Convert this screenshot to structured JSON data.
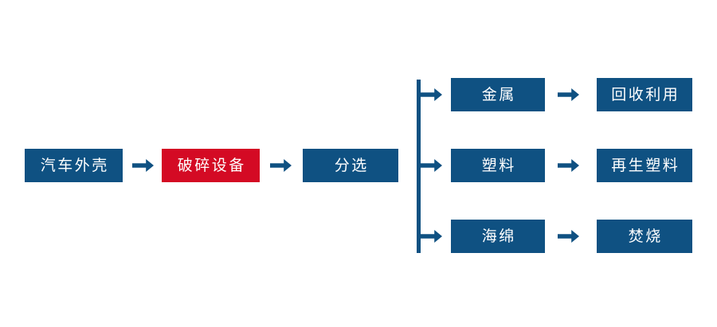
{
  "diagram": {
    "type": "process-flow",
    "title": "",
    "colors": {
      "node_primary": "#0f5182",
      "node_highlight": "#d40a24",
      "connector": "#0f5182",
      "node_text": "#ffffff",
      "background": "#ffffff"
    },
    "main_flow": {
      "nodes": [
        {
          "label": "汽车外壳",
          "color": "#0f5182",
          "emphasis": "normal"
        },
        {
          "label": "破碎设备",
          "color": "#d40a24",
          "emphasis": "highlight"
        },
        {
          "label": "分选",
          "color": "#0f5182",
          "emphasis": "normal"
        }
      ],
      "connectors": [
        {
          "icon": "arrow-right-icon",
          "from": "汽车外壳",
          "to": "破碎设备"
        },
        {
          "icon": "arrow-right-icon",
          "from": "破碎设备",
          "to": "分选"
        }
      ]
    },
    "split": {
      "icon": "branch-split-icon",
      "from": "分选",
      "branch_count": 3
    },
    "branches": [
      {
        "branch_arrow_icon": "arrow-right-icon",
        "material": "金属",
        "arrow_icon": "arrow-right-icon",
        "destination": "回收利用"
      },
      {
        "branch_arrow_icon": "arrow-right-icon",
        "material": "塑料",
        "arrow_icon": "arrow-right-icon",
        "destination": "再生塑料"
      },
      {
        "branch_arrow_icon": "arrow-right-icon",
        "material": "海绵",
        "arrow_icon": "arrow-right-icon",
        "destination": "焚烧"
      }
    ]
  }
}
